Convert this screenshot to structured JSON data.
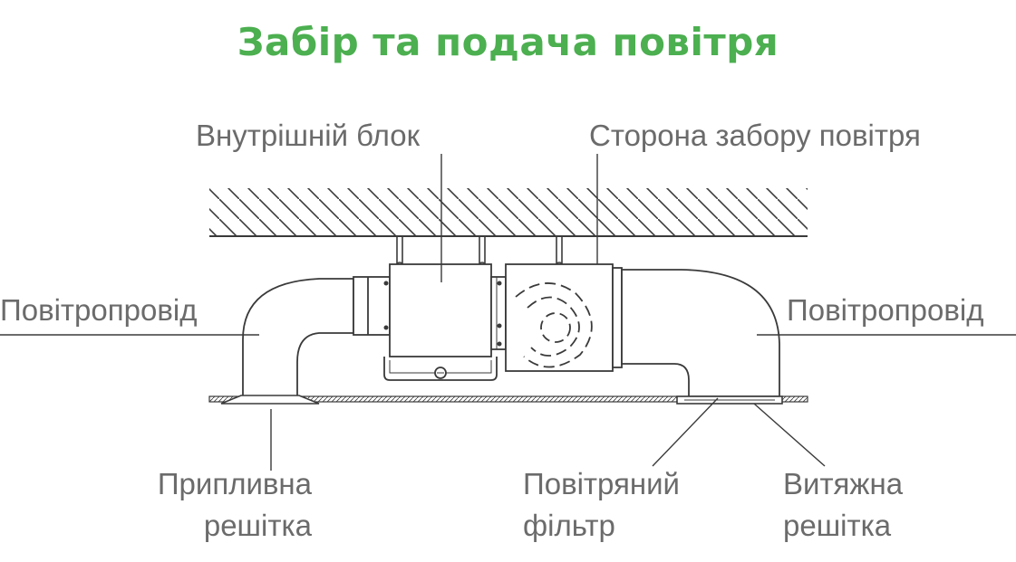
{
  "title": "Забір та подача повітря",
  "colors": {
    "title": "#4caf50",
    "label": "#6b6b6b",
    "line": "#3a3a3a"
  },
  "labels": {
    "indoor_unit": "Внутрішній блок",
    "intake_side": "Сторона забору повітря",
    "duct_left": "Повітропровід",
    "duct_right": "Повітропровід",
    "supply_grille_line1": "Припливна",
    "supply_grille_line2": "решітка",
    "air_filter_line1": "Повітряний",
    "air_filter_line2": "фільтр",
    "exhaust_grille_line1": "Витяжна",
    "exhaust_grille_line2": "решітка"
  }
}
